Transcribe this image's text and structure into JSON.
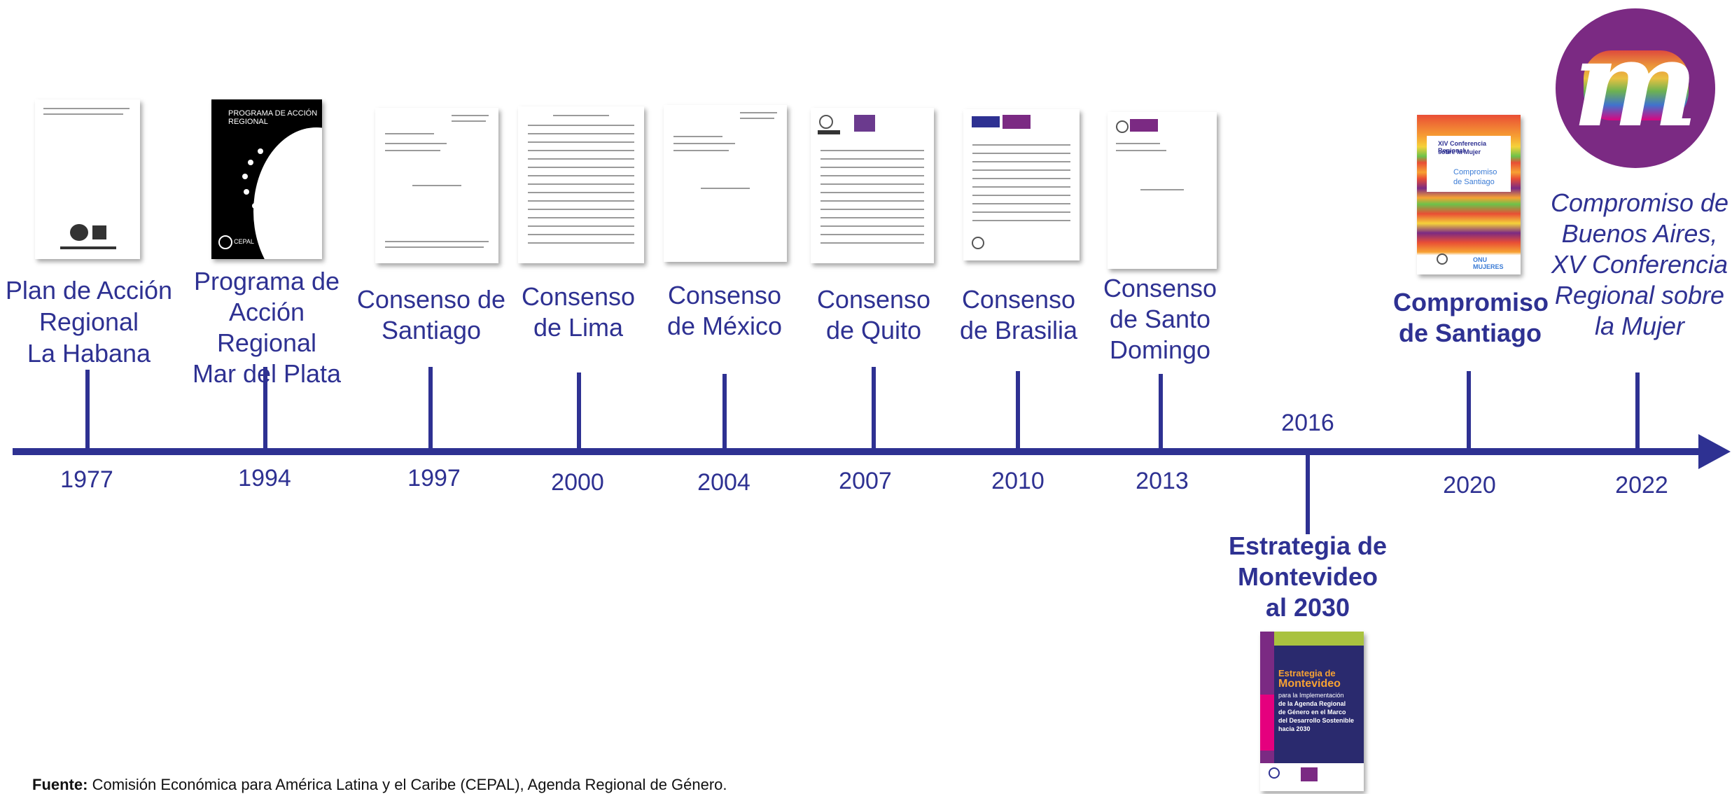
{
  "milestones": [
    {
      "year": "1977",
      "label": [
        "Plan de Acción",
        "Regional",
        "La Habana"
      ]
    },
    {
      "year": "1994",
      "label": [
        "Programa de",
        "Acción Regional",
        "Mar del Plata"
      ]
    },
    {
      "year": "1997",
      "label": [
        "Consenso de",
        "Santiago"
      ]
    },
    {
      "year": "2000",
      "label": [
        "Consenso",
        "de Lima"
      ]
    },
    {
      "year": "2004",
      "label": [
        "Consenso",
        "de México"
      ]
    },
    {
      "year": "2007",
      "label": [
        "Consenso",
        "de Quito"
      ]
    },
    {
      "year": "2010",
      "label": [
        "Consenso",
        "de Brasilia"
      ]
    },
    {
      "year": "2013",
      "label": [
        "Consenso",
        "de Santo",
        "Domingo"
      ]
    },
    {
      "year": "2016",
      "label": [
        "Estrategia de",
        "Montevideo",
        "al 2030"
      ]
    },
    {
      "year": "2020",
      "label": [
        "Compromiso",
        "de Santiago"
      ]
    },
    {
      "year": "2022",
      "label": [
        "Compromiso de",
        "Buenos Aires,",
        "XV Conferencia",
        "Regional sobre",
        "la Mujer"
      ]
    }
  ],
  "covers": {
    "programa_title": "PROGRAMA DE ACCIÓN REGIONAL",
    "cepal": "CEPAL",
    "montevideo": [
      "Estrategia de",
      "Montevideo",
      "para la Implementación",
      "de la Agenda Regional",
      "de Género en el Marco",
      "del Desarrollo Sostenible",
      "hacia 2030"
    ],
    "santiago": [
      "XIV Conferencia Regional",
      "sobre la Mujer",
      "Compromiso",
      "de Santiago"
    ],
    "onu": "ONU MUJERES"
  },
  "logo_letter": "m",
  "source": {
    "bold": "Fuente:",
    "text": " Comisión Económica para América Latina y el Caribe (CEPAL), Agenda Regional de Género."
  },
  "colors": {
    "primary": "#2e3192",
    "purple": "#7b2a83"
  }
}
